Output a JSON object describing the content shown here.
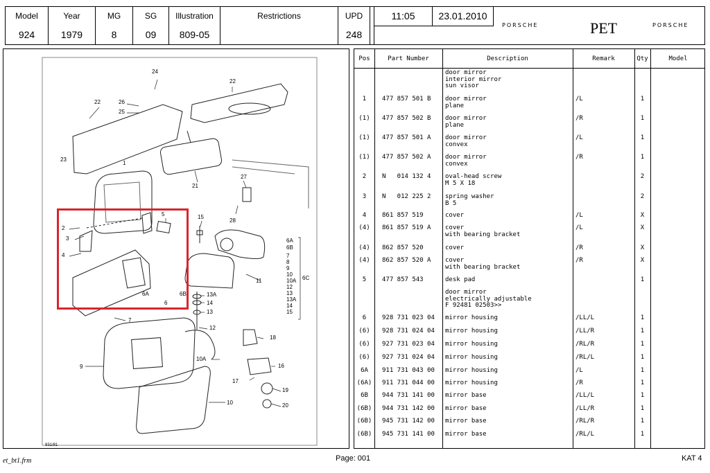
{
  "header": {
    "model": {
      "label": "Model",
      "value": "924"
    },
    "year": {
      "label": "Year",
      "value": "1979"
    },
    "mg": {
      "label": "MG",
      "value": "8"
    },
    "sg": {
      "label": "SG",
      "value": "09"
    },
    "illustration": {
      "label": "Illustration",
      "value": "809-05"
    },
    "restrictions": {
      "label": "Restrictions",
      "value": ""
    },
    "upd": {
      "label": "UPD",
      "value": "248"
    },
    "time": "11:05",
    "date": "23.01.2010",
    "brand_left": "PORSCHE",
    "title": "PET",
    "brand_right": "PORSCHE"
  },
  "table": {
    "columns": {
      "pos": "Pos",
      "part": "Part Number",
      "desc": "Description",
      "remark": "Remark",
      "qty": "Qty",
      "model": "Model"
    },
    "rows": [
      {
        "pos": "",
        "part": "",
        "desc": "door mirror\ninterior mirror\nsun visor",
        "remark": "",
        "qty": ""
      },
      {
        "pos": "1",
        "part": "477 857 501 B",
        "desc": "door mirror\nplane",
        "remark": "/L",
        "qty": "1"
      },
      {
        "pos": "(1)",
        "part": "477 857 502 B",
        "desc": "door mirror\nplane",
        "remark": "/R",
        "qty": "1"
      },
      {
        "pos": "(1)",
        "part": "477 857 501 A",
        "desc": "door mirror\nconvex",
        "remark": "/L",
        "qty": "1"
      },
      {
        "pos": "(1)",
        "part": "477 857 502 A",
        "desc": "door mirror\nconvex",
        "remark": "/R",
        "qty": "1"
      },
      {
        "pos": "2",
        "part": "N   014 132 4",
        "desc": "oval-head screw\nM 5 X 18",
        "remark": "",
        "qty": "2"
      },
      {
        "pos": "3",
        "part": "N   012 225 2",
        "desc": "spring washer\nB 5",
        "remark": "",
        "qty": "2"
      },
      {
        "pos": "4",
        "part": "861 857 519",
        "desc": "cover",
        "remark": "/L",
        "qty": "X"
      },
      {
        "pos": "(4)",
        "part": "861 857 519 A",
        "desc": "cover\nwith bearing bracket",
        "remark": "/L",
        "qty": "X"
      },
      {
        "pos": "(4)",
        "part": "862 857 520",
        "desc": "cover",
        "remark": "/R",
        "qty": "X"
      },
      {
        "pos": "(4)",
        "part": "862 857 520 A",
        "desc": "cover\nwith bearing bracket",
        "remark": "/R",
        "qty": "X"
      },
      {
        "pos": "5",
        "part": "477 857 543",
        "desc": "desk pad",
        "remark": "",
        "qty": "1"
      },
      {
        "pos": "",
        "part": "",
        "desc": "door mirror\nelectrically adjustable\nF 92481 02503>>",
        "remark": "",
        "qty": ""
      },
      {
        "pos": "6",
        "part": "928 731 023 04",
        "desc": "mirror housing",
        "remark": "/LL/L",
        "qty": "1"
      },
      {
        "pos": "(6)",
        "part": "928 731 024 04",
        "desc": "mirror housing",
        "remark": "/LL/R",
        "qty": "1"
      },
      {
        "pos": "(6)",
        "part": "927 731 023 04",
        "desc": "mirror housing",
        "remark": "/RL/R",
        "qty": "1"
      },
      {
        "pos": "(6)",
        "part": "927 731 024 04",
        "desc": "mirror housing",
        "remark": "/RL/L",
        "qty": "1"
      },
      {
        "pos": "6A",
        "part": "911 731 043 00",
        "desc": "mirror housing",
        "remark": "/L",
        "qty": "1"
      },
      {
        "pos": "(6A)",
        "part": "911 731 044 00",
        "desc": "mirror housing",
        "remark": "/R",
        "qty": "1"
      },
      {
        "pos": "6B",
        "part": "944 731 141 00",
        "desc": "mirror base",
        "remark": "/LL/L",
        "qty": "1"
      },
      {
        "pos": "(6B)",
        "part": "944 731 142 00",
        "desc": "mirror base",
        "remark": "/LL/R",
        "qty": "1"
      },
      {
        "pos": "(6B)",
        "part": "945 731 142 00",
        "desc": "mirror base",
        "remark": "/RL/R",
        "qty": "1"
      },
      {
        "pos": "(6B)",
        "part": "945 731 141 00",
        "desc": "mirror base",
        "remark": "/RL/L",
        "qty": "1"
      }
    ]
  },
  "illustration_labels": [
    "24",
    "22",
    "26",
    "25",
    "22",
    "1",
    "27",
    "21",
    "23",
    "5",
    "2",
    "3",
    "15",
    "28",
    "4",
    "6A",
    "6B",
    "7",
    "8",
    "9",
    "10",
    "10A",
    "11",
    "12",
    "13",
    "13A",
    "14",
    "15",
    "6C",
    "6A",
    "6",
    "6B",
    "13A",
    "14",
    "13",
    "7",
    "12",
    "18",
    "10A",
    "16",
    "9",
    "17",
    "19",
    "10",
    "20",
    "931/81"
  ],
  "highlight_color": "#d7262b",
  "footer": {
    "left": "et_bt1.frm",
    "page": "Page: 001",
    "kat": "KAT 4"
  }
}
